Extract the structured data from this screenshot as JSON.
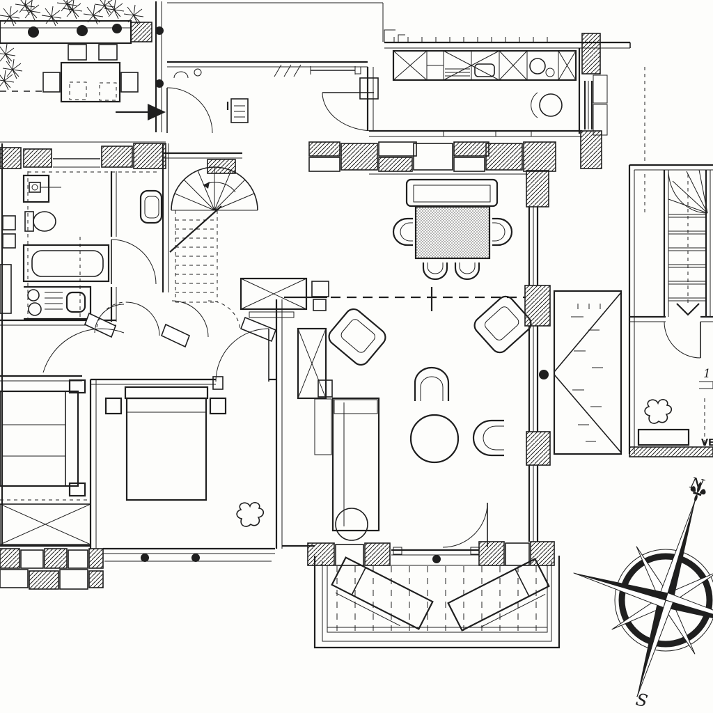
{
  "colors": {
    "ink": "#1f1f1f",
    "paper": "#fdfdfb"
  },
  "plan": {
    "type": "hand-drawn architectural floor plan, ground floor",
    "compass": {
      "north_label": "N",
      "south_label": "S"
    },
    "text_fragments": {
      "veranda": "VE",
      "stair_room_number": "1"
    },
    "features": [
      "north terrace with planter boxes and dining table",
      "entrance arrow",
      "entry hall with coat rack",
      "kitchen with counter units, sink, cooktop and small round table",
      "spiral staircase",
      "hall wardrobe cabinets",
      "bathroom with shower fixture, toilet, bathtub and twin-basin vanity",
      "corridor chair",
      "bedroom with double bed and nightstands",
      "single-bed room",
      "dining area with wall bench, table and four chairs",
      "living room with sofa, armchairs and round table",
      "glazed east wall with stone piers",
      "hip-roof conservatory bay",
      "annex with straight staircase, desk and chair",
      "south terrace deck with two sun loungers",
      "compass rose"
    ]
  }
}
